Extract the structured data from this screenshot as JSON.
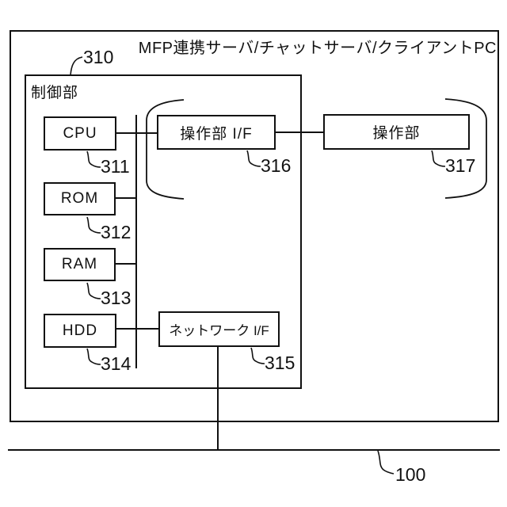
{
  "figure": {
    "title": "MFP連携サーバ/チャットサーバ/クライアントPC",
    "controller": {
      "label": "制御部",
      "ref": "310"
    },
    "blocks": {
      "cpu": {
        "label": "CPU",
        "ref": "311"
      },
      "rom": {
        "label": "ROM",
        "ref": "312"
      },
      "ram": {
        "label": "RAM",
        "ref": "313"
      },
      "hdd": {
        "label": "HDD",
        "ref": "314"
      },
      "network_if": {
        "label": "ネットワーク I/F",
        "ref": "315"
      },
      "operation_if": {
        "label": "操作部 I/F",
        "ref": "316"
      },
      "operation_unit": {
        "label": "操作部",
        "ref": "317"
      }
    },
    "network": {
      "ref": "100"
    },
    "colors": {
      "line": "#111111",
      "background": "#ffffff"
    }
  }
}
